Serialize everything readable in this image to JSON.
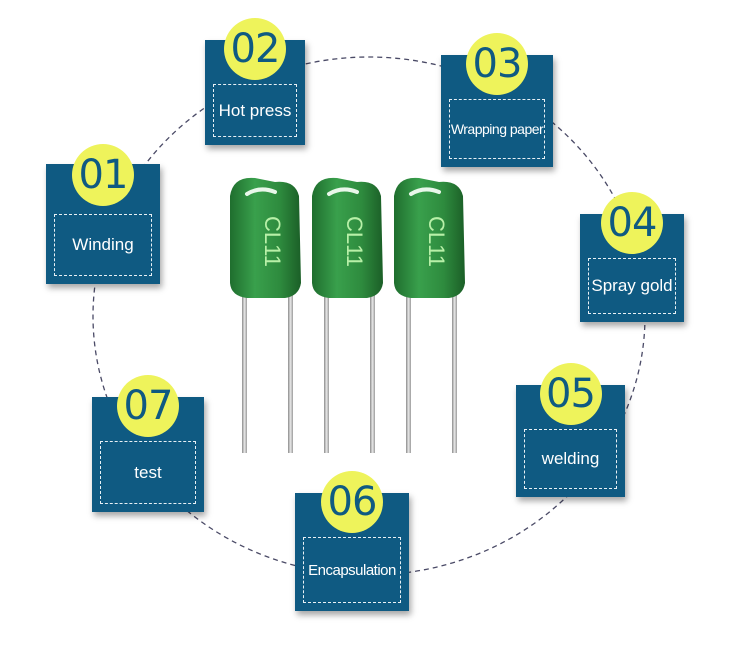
{
  "colors": {
    "panel": "#0f5a82",
    "badge": "#eef35b",
    "badge_text": "#0f5a82",
    "capacitor_body": "#2e8b3e",
    "capacitor_text": "#b8f0a8",
    "ring": "#4a4a66"
  },
  "steps": [
    {
      "number": "01",
      "label": "Winding"
    },
    {
      "number": "02",
      "label": "Hot press"
    },
    {
      "number": "03",
      "label": "Wrapping paper"
    },
    {
      "number": "04",
      "label": "Spray gold"
    },
    {
      "number": "05",
      "label": "welding"
    },
    {
      "number": "06",
      "label": "Encapsulation"
    },
    {
      "number": "07",
      "label": "test"
    }
  ],
  "product": {
    "marking": "CL11",
    "count": 3
  }
}
